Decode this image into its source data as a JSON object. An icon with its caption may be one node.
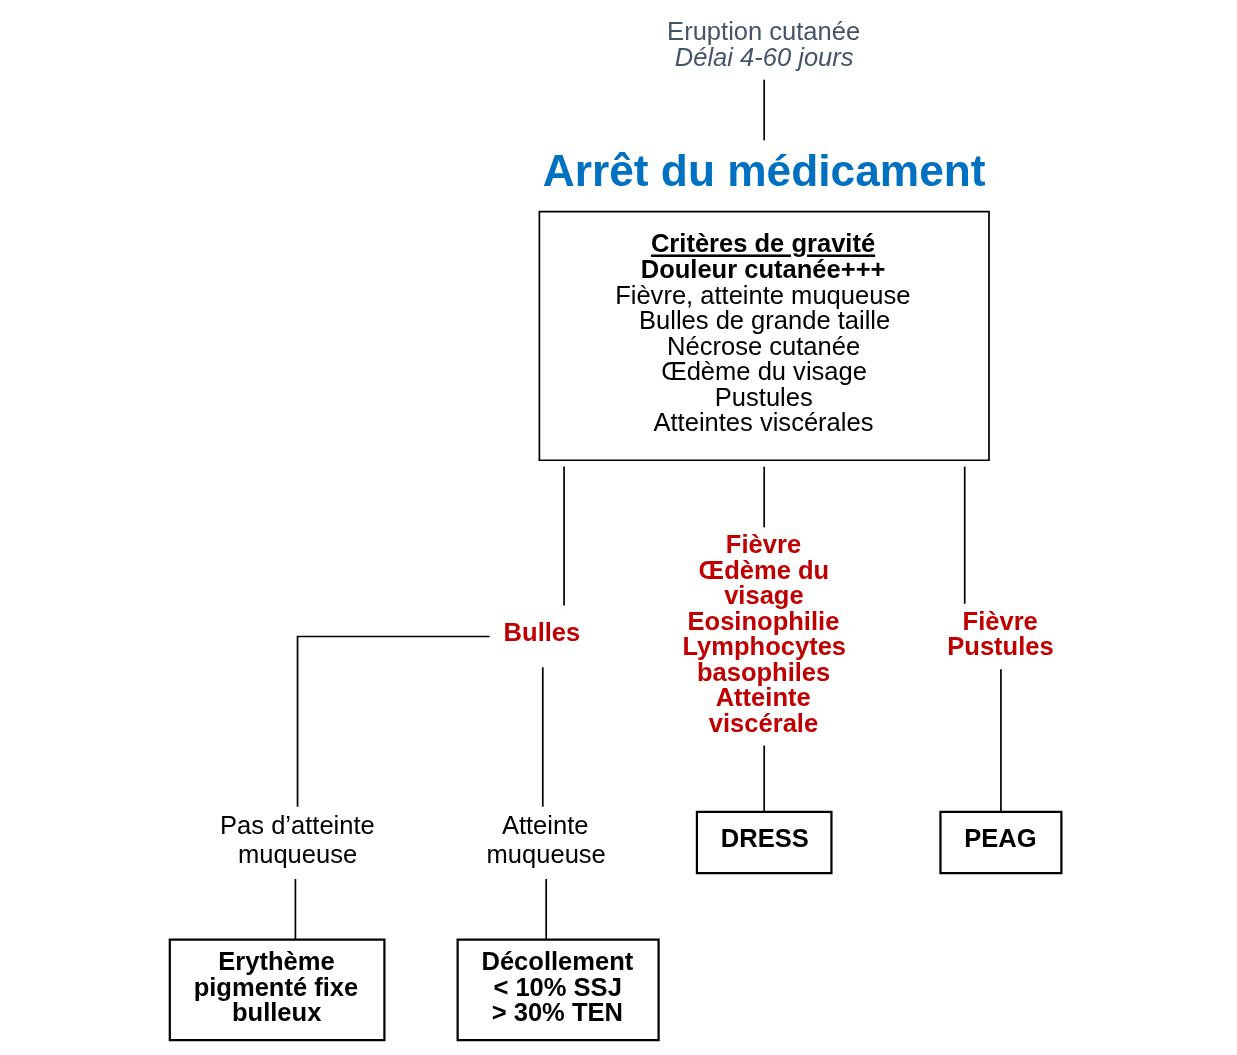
{
  "diagram": {
    "nodes": [
      {
        "text": [
          "Eruption cutanée",
          "Délai 4-60 jours"
        ]
      },
      {
        "text": [
          "Arrêt du médicament",
          "Critères de gravité",
          "Douleur cutanée+++",
          "Fièvre, atteinte muqueuse",
          "Bulles de grande taille",
          "Nécrose cutanée",
          "Œdème du visage",
          "Pustules",
          "Atteintes viscérales"
        ]
      },
      {
        "text": [
          "Bulles"
        ]
      },
      {
        "text": [
          "Fièvre",
          "Œdème du visage",
          "Eosinophilie",
          "Lymphocytes basophiles",
          "Atteinte viscérale"
        ]
      },
      {
        "text": [
          "Fièvre",
          "Pustules"
        ]
      },
      {
        "text": [
          "Pas d’atteinte muqueuse"
        ]
      },
      {
        "text": [
          "Atteinte muqueuse"
        ]
      },
      {
        "text": [
          "Erythème pigmenté fixe bulleux"
        ]
      },
      {
        "text": [
          "Décollement",
          "< 10% SSJ",
          "> 30% TEN"
        ]
      },
      {
        "text": [
          "DRESS"
        ]
      },
      {
        "text": [
          "PEAG"
        ]
      }
    ],
    "edges": [
      {
        "from": 0,
        "to": 1,
        "arrow": "none"
      },
      {
        "from": 1,
        "to": 2,
        "arrow": "none"
      },
      {
        "from": 1,
        "to": 3,
        "arrow": "none"
      },
      {
        "from": 1,
        "to": 4,
        "arrow": "none"
      },
      {
        "from": 2,
        "to": 5,
        "arrow": "none"
      },
      {
        "from": 2,
        "to": 6,
        "arrow": "none"
      },
      {
        "from": 5,
        "to": 7,
        "arrow": "none"
      },
      {
        "from": 6,
        "to": 8,
        "arrow": "none"
      },
      {
        "from": 3,
        "to": 9,
        "arrow": "none"
      },
      {
        "from": 4,
        "to": 10,
        "arrow": "none"
      }
    ]
  }
}
